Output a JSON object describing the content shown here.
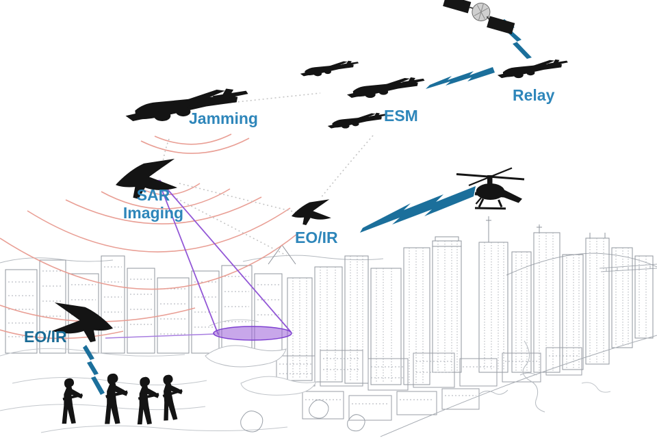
{
  "diagram": {
    "labels": {
      "jamming": "Jamming",
      "esm": "ESM",
      "relay": "Relay",
      "sar_line1": "SAR",
      "sar_line2": "Imaging",
      "eoir_air": "EO/IR",
      "eoir_ground": "EO/IR"
    },
    "colors": {
      "label_blue": "#2E86BA",
      "label_dark_blue": "#1A6B95",
      "lightning_bolt_teal": "#1B6F9B",
      "jamming_wave_red": "#E89A90",
      "sensor_beam_purple": "#9257D6",
      "sensor_footprint_purple": "#9B5FD8",
      "silhouette_black": "#141414",
      "city_sketch_gray": "#8F949C"
    },
    "icons": [
      "satellite-icon",
      "relay-aircraft-icon",
      "esm-aircraft-icon",
      "jamming-aircraft-icon",
      "sar-uav-icon",
      "eoir-uav-icon",
      "ground-eoir-uav-icon",
      "helicopter-icon",
      "soldier-icon",
      "lightning-bolt-icon",
      "jamming-waves-icon",
      "sensor-beam-icon",
      "sensor-footprint-icon",
      "datalink-dotted-line-icon",
      "city-skyline-sketch"
    ]
  }
}
